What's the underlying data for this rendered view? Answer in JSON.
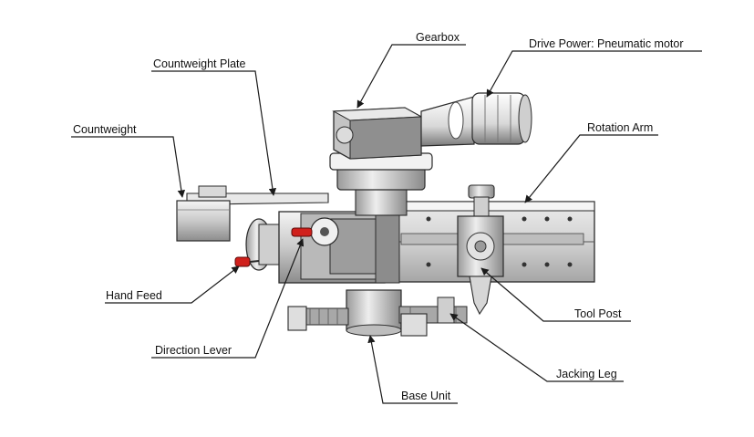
{
  "diagram": {
    "labels": {
      "gearbox": "Gearbox",
      "drive_power": "Drive Power: Pneumatic motor",
      "countweight_plate": "Countweight Plate",
      "countweight": "Countweight",
      "rotation_arm": "Rotation Arm",
      "hand_feed": "Hand Feed",
      "tool_post": "Tool Post",
      "direction_lever": "Direction Lever",
      "jacking_leg": "Jacking Leg",
      "base_unit": "Base Unit"
    },
    "colors": {
      "line": "#1a1a1a",
      "metal_light": "#e6e6e6",
      "metal_mid": "#bdbdbd",
      "metal_dark": "#6e6e6e",
      "accent_red": "#d0201c"
    }
  }
}
